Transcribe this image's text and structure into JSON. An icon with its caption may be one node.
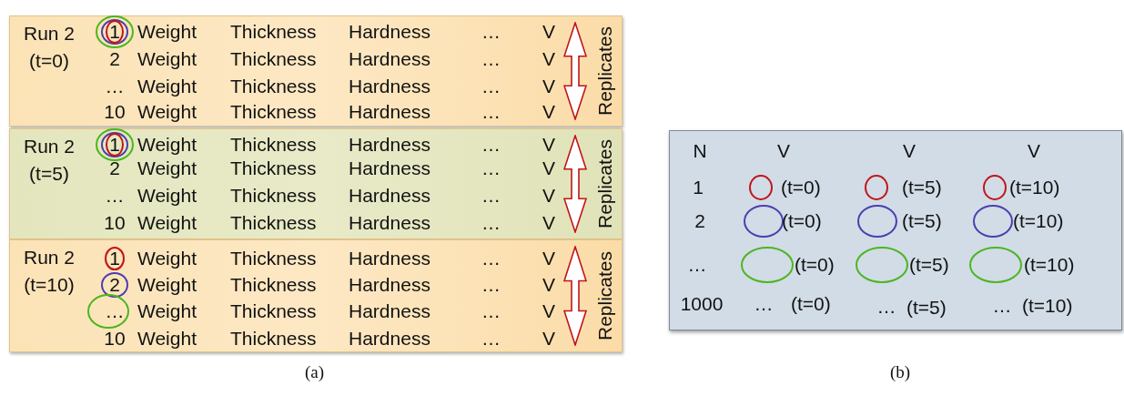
{
  "diagram": {
    "nodes": [
      {
        "text": [
          "Run 2 (t=0)",
          "1",
          "Weight",
          "Thickness",
          "Hardness",
          "…",
          "V",
          "2",
          "Weight",
          "Thickness",
          "Hardness",
          "…",
          "V",
          "…",
          "Weight",
          "Thickness",
          "Hardness",
          "…",
          "V",
          "10",
          "Weight",
          "Thickness",
          "Hardness",
          "…",
          "V",
          "Replicates"
        ]
      },
      {
        "text": [
          "Run 2 (t=5)",
          "1",
          "Weight",
          "Thickness",
          "Hardness",
          "…",
          "V",
          "2",
          "Weight",
          "Thickness",
          "Hardness",
          "…",
          "V",
          "…",
          "Weight",
          "Thickness",
          "Hardness",
          "…",
          "V",
          "10",
          "Weight",
          "Thickness",
          "Hardness",
          "…",
          "V",
          "Replicates"
        ]
      },
      {
        "text": [
          "Run 2 (t=10)",
          "1",
          "Weight",
          "Thickness",
          "Hardness",
          "…",
          "V",
          "2",
          "Weight",
          "Thickness",
          "Hardness",
          "…",
          "V",
          "…",
          "Weight",
          "Thickness",
          "Hardness",
          "…",
          "V",
          "10",
          "Weight",
          "Thickness",
          "Hardness",
          "…",
          "V",
          "Replicates"
        ]
      },
      {
        "text": [
          "N",
          "V",
          "V",
          "V",
          "1",
          "(t=0)",
          "(t=5)",
          "(t=10)",
          "2",
          "(t=0)",
          "(t=5)",
          "(t=10)",
          "…",
          "(t=0)",
          "(t=5)",
          "(t=10)",
          "1000",
          "…",
          "(t=0)",
          "…",
          "(t=5)",
          "…",
          "(t=10)"
        ]
      }
    ],
    "labels": [
      "(a)",
      "(b)"
    ]
  }
}
